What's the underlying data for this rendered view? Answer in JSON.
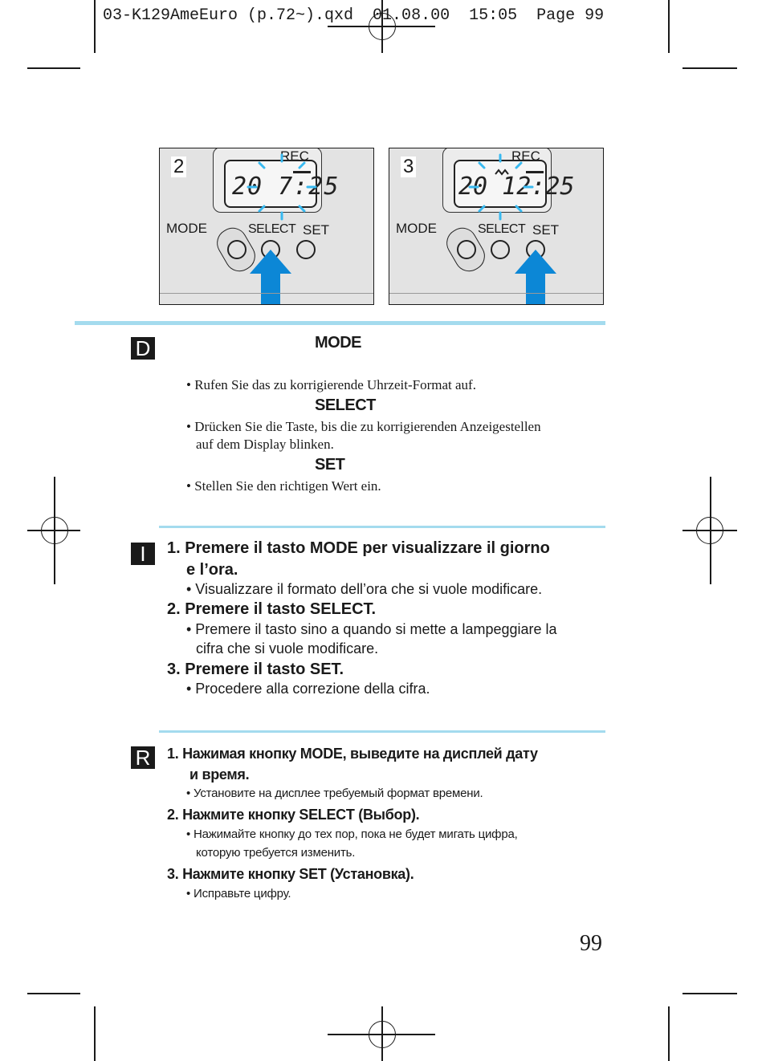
{
  "header_line": "03-K129AmeEuro (p.72~).qxd  01.08.00  15:05  Page 99",
  "panels": [
    {
      "step": "2",
      "rec": "REC",
      "display": "20 7:25",
      "mode": "MODE",
      "select": "SELECT",
      "set": "SET"
    },
    {
      "step": "3",
      "rec": "REC",
      "display": "20 12:25",
      "mode": "MODE",
      "select": "SELECT",
      "set": "SET"
    }
  ],
  "colors": {
    "bar": "#a4dbee",
    "arrow": "#0c87d6",
    "flash": "#38b9f0"
  },
  "german": {
    "flag": "D",
    "step1_key": "MODE",
    "step1_bullet": "• Rufen Sie das zu korrigierende Uhrzeit-Format auf.",
    "step2_key": "SELECT",
    "step2_bullet_1": "• Drücken Sie die Taste, bis die zu korrigierenden Anzeigestellen",
    "step2_bullet_2": "auf dem Display blinken.",
    "step3_key": "SET",
    "step3_bullet": "• Stellen Sie den richtigen Wert ein."
  },
  "italian": {
    "flag": "I",
    "step1_line1": "1. Premere il tasto MODE per visualizzare il giorno",
    "step1_line2": "e l’ora.",
    "step1_bullet": "• Visualizzare il formato dell’ora che si vuole modificare.",
    "step2_heading": "2. Premere il tasto SELECT.",
    "step2_bullet_1": "• Premere il tasto sino a quando si mette a lampeggiare la",
    "step2_bullet_2": "cifra che si vuole modificare.",
    "step3_heading": "3. Premere il tasto SET.",
    "step3_bullet": "• Procedere alla correzione della cifra."
  },
  "russian": {
    "flag": "R",
    "step1_line1": "1. Нажимая кнопку MODE, выведите на дисплей дату",
    "step1_line2": "и время.",
    "step1_bullet": "• Установите на дисплее требуемый формат времени.",
    "step2_heading": "2. Нажмите кнопку SELECT (Выбор).",
    "step2_bullet_1": "• Нажимайте кнопку до тех пор, пока не будет мигать цифра,",
    "step2_bullet_2": "которую требуется изменить.",
    "step3_heading": "3. Нажмите кнопку SET (Установка).",
    "step3_bullet": "• Исправьте цифру."
  },
  "page_number": "99"
}
